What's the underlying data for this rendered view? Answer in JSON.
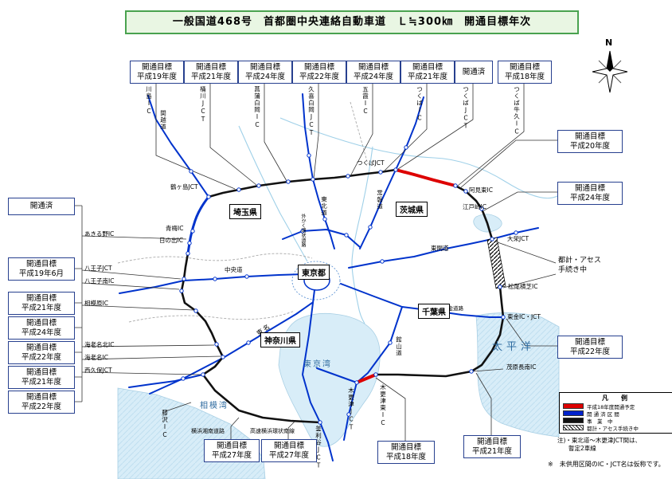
{
  "title": "一般国道468号　首都圏中央連絡自動車道　Ｌ≒300㎞　開通目標年次",
  "compass": {
    "north": "N"
  },
  "top_boxes": [
    {
      "line1": "開通目標",
      "line2": "平成19年度",
      "ic": "川島IC"
    },
    {
      "line1": "開通目標",
      "line2": "平成21年度",
      "ic": "桶川JCT"
    },
    {
      "line1": "開通目標",
      "line2": "平成24年度",
      "ic": "菖蒲白岡IC"
    },
    {
      "line1": "開通目標",
      "line2": "平成22年度",
      "ic": "久喜白岡JCT"
    },
    {
      "line1": "開通目標",
      "line2": "平成24年度",
      "ic": "五霞IC"
    },
    {
      "line1": "開通目標",
      "line2": "平成21年度",
      "ic": "つくばIC"
    },
    {
      "line1": "開通済",
      "line2": "",
      "ic": "つくばJCT"
    },
    {
      "line1": "開通目標",
      "line2": "平成18年度",
      "ic": "つくば牛久IC"
    }
  ],
  "left_boxes": [
    {
      "line1": "開通済",
      "line2": "",
      "ic": "あきる野IC"
    },
    {
      "line1": "開通目標",
      "line2": "平成19年6月",
      "ic": "八王子JCT"
    },
    {
      "line1": "開通目標",
      "line2": "平成21年度",
      "ic": "八王子南IC"
    },
    {
      "line1": "開通目標",
      "line2": "平成24年度",
      "ic": "相模原IC"
    },
    {
      "line1": "開通目標",
      "line2": "平成22年度",
      "ic": "海老名北IC"
    },
    {
      "line1": "開通目標",
      "line2": "平成21年度",
      "ic": "海老名IC"
    },
    {
      "line1": "開通目標",
      "line2": "平成22年度",
      "ic": "西久保JCT"
    }
  ],
  "right_boxes": [
    {
      "line1": "開通目標",
      "line2": "平成20年度"
    },
    {
      "line1": "開通目標",
      "line2": "平成24年度"
    },
    {
      "line1": "開通目標",
      "line2": "平成22年度"
    }
  ],
  "procedure_note": {
    "line1": "都計・アセス",
    "line2": "手続き中"
  },
  "bottom_boxes": [
    {
      "line1": "開通目標",
      "line2": "平成27年度"
    },
    {
      "line1": "開通目標",
      "line2": "平成27年度"
    },
    {
      "line1": "開通目標",
      "line2": "平成18年度"
    },
    {
      "line1": "開通目標",
      "line2": "平成21年度"
    }
  ],
  "prefectures": {
    "saitama": "埼玉県",
    "ibaraki": "茨城県",
    "tokyo": "東京都",
    "chiba": "千葉県",
    "kanagawa": "神奈川県"
  },
  "waters": {
    "tokyo_bay": "東京湾",
    "sagami_bay": "相模湾",
    "pacific": "太平洋"
  },
  "roads": {
    "kanetsu": "関越道",
    "chuo": "中央道",
    "tomei": "東名",
    "tohoku": "東北道",
    "joban": "常磐道",
    "kanto": "東関道",
    "tateyama": "館山道",
    "togane": "東金道路",
    "gaikan": "外かく環状道路"
  },
  "map_labels": {
    "tsurugashima_jct": "鶴ヶ島JCT",
    "ome_ic": "青梅IC",
    "hinode_ic": "日の出IC",
    "tsukuba_jct": "つくばJCT",
    "ami_higashi_ic": "阿見東IC",
    "edosaki_ic": "江戸崎IC",
    "taiei_jct": "大栄JCT",
    "matsuo_yokoshiba_ic": "松尾横芝IC",
    "togane_ic_jct": "東金IC・JCT",
    "mobara_chonan_ic": "茂原長南IC",
    "kisarazu_higashi_ic": "木更津東IC",
    "kisarazu_jct": "木更津JCT",
    "fujisawa_ic": "藤沢IC",
    "kamariya_jct": "釜利谷JCT",
    "yokohama_shonan_road": "横浜湘南道路",
    "yokohama_kanjo_minami": "高速横浜環状南線"
  },
  "legend": {
    "title": "凡　例",
    "items": [
      {
        "label": "平成18年度開通予定",
        "color": "#dd0000"
      },
      {
        "label": "開 通 済 区 間",
        "color": "#0022cc"
      },
      {
        "label": "事　業　中",
        "color": "#111111"
      },
      {
        "label": "都計・アセス手続き中",
        "color": "hatch"
      }
    ]
  },
  "notes": {
    "line1": "注)・東北道～木更津JCT間は、",
    "line2": "暫定2車線",
    "alias": "※　未供用区間のIC・JCT名は仮称です。"
  },
  "colors": {
    "open_blue": "#0033cc",
    "target_red": "#dd0000",
    "planned_black": "#111111",
    "water_blue": "#d8edf8",
    "title_green_bg": "#e9f6e3",
    "title_green_border": "#49a24f",
    "box_border_blue": "#27408f"
  }
}
